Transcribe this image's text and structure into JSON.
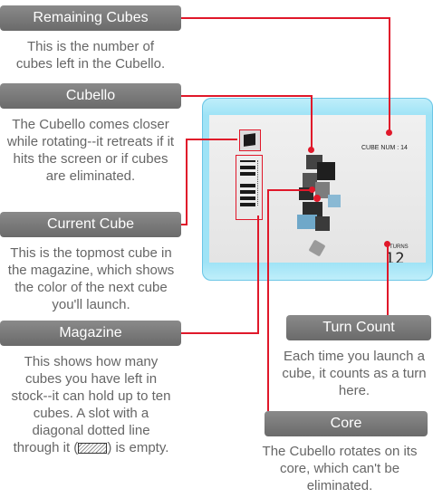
{
  "callouts": {
    "remaining_cubes": {
      "title": "Remaining Cubes",
      "text": "This is the number of cubes left in the Cubello."
    },
    "cubello": {
      "title": "Cubello",
      "text": "The Cubello comes closer while rotating--it retreats if it hits the screen or if cubes are eliminated."
    },
    "current_cube": {
      "title": "Current Cube",
      "text": "This is the topmost cube in the magazine, which shows the color of the next cube you'll launch."
    },
    "magazine": {
      "title": "Magazine",
      "text_before": "This shows how many cubes you have left in stock--it can hold up to ten cubes. A slot with a diagonal dotted line through it (",
      "text_after": ") is empty."
    },
    "turn_count": {
      "title": "Turn Count",
      "text": "Each time you launch a cube, it counts as a turn here."
    },
    "core": {
      "title": "Core",
      "text": "The Cubello rotates on its core, which can't be eliminated."
    }
  },
  "game_screen": {
    "cube_num": "CUBE NUM : 14",
    "turns_label": "TURNS",
    "turns_value": "12"
  },
  "colors": {
    "callout_line": "#e0182a",
    "frame": "#9fe3f6"
  }
}
